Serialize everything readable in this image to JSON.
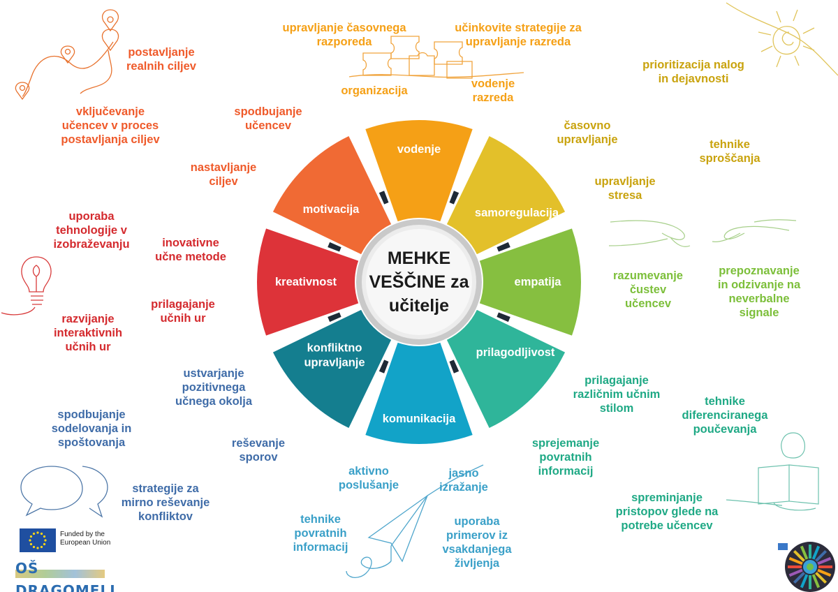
{
  "center": {
    "lines": [
      "MEHKE",
      "VEŠČINE za",
      "učitelje"
    ]
  },
  "segments": [
    {
      "id": "vodenje",
      "label": [
        "vodenje"
      ],
      "color": "#f5a016"
    },
    {
      "id": "samoregulacija",
      "label": [
        "samoregulacija"
      ],
      "color": "#e3c02a"
    },
    {
      "id": "empatija",
      "label": [
        "empatija"
      ],
      "color": "#86bf40"
    },
    {
      "id": "prilagodljivost",
      "label": [
        "prilagodljivost"
      ],
      "color": "#2fb59a"
    },
    {
      "id": "komunikacija",
      "label": [
        "komunikacija"
      ],
      "color": "#12a3c8"
    },
    {
      "id": "konfliktno-upravljanje",
      "label": [
        "konfliktno",
        "upravljanje"
      ],
      "color": "#147e8f"
    },
    {
      "id": "kreativnost",
      "label": [
        "kreativnost"
      ],
      "color": "#dd3339"
    },
    {
      "id": "motivacija",
      "label": [
        "motivacija"
      ],
      "color": "#f06a34"
    }
  ],
  "colors": {
    "orange_red": "#ef5a2a",
    "amber": "#f5a016",
    "gold": "#c9a30e",
    "green": "#7cbf3a",
    "teal": "#1fa985",
    "cyan": "#3aa0c8",
    "steel": "#3f6ca8",
    "red": "#d42a2e"
  },
  "labels": [
    {
      "id": "postavljanje-realnih-ciljev",
      "lines": [
        "postavljanje",
        "realnih ciljev"
      ],
      "color": "orange_red"
    },
    {
      "id": "vkljucevanje-ucencev",
      "lines": [
        "vključevanje",
        "učencev v proces",
        "postavljanja ciljev"
      ],
      "color": "orange_red"
    },
    {
      "id": "spodbujanje-ucencev",
      "lines": [
        "spodbujanje",
        "učencev"
      ],
      "color": "orange_red"
    },
    {
      "id": "nastavljanje-ciljev",
      "lines": [
        "nastavljanje",
        "ciljev"
      ],
      "color": "orange_red"
    },
    {
      "id": "upravljanje-casovnega-razporeda",
      "lines": [
        "upravljanje časovnega",
        "razporeda"
      ],
      "color": "amber"
    },
    {
      "id": "ucinkovite-strategije",
      "lines": [
        "učinkovite strategije za",
        "upravljanje razreda"
      ],
      "color": "amber"
    },
    {
      "id": "organizacija",
      "lines": [
        "organizacija"
      ],
      "color": "amber"
    },
    {
      "id": "vodenje-razreda",
      "lines": [
        "vodenje",
        "razreda"
      ],
      "color": "amber"
    },
    {
      "id": "prioritizacija",
      "lines": [
        "prioritizacija nalog",
        "in dejavnosti"
      ],
      "color": "gold"
    },
    {
      "id": "casovno-upravljanje",
      "lines": [
        "časovno",
        "upravljanje"
      ],
      "color": "gold"
    },
    {
      "id": "tehnike-sproscanja",
      "lines": [
        "tehnike",
        "sproščanja"
      ],
      "color": "gold"
    },
    {
      "id": "upravljanje-stresa",
      "lines": [
        "upravljanje",
        "stresa"
      ],
      "color": "gold"
    },
    {
      "id": "razumevanje-custev",
      "lines": [
        "razumevanje",
        "čustev",
        "učencev"
      ],
      "color": "green"
    },
    {
      "id": "prepoznavanje-signalov",
      "lines": [
        "prepoznavanje",
        "in odzivanje na",
        "neverbalne",
        "signale"
      ],
      "color": "green"
    },
    {
      "id": "prilagajanje-ucnim-stilom",
      "lines": [
        "prilagajanje",
        "različnim učnim",
        "stilom"
      ],
      "color": "teal"
    },
    {
      "id": "tehnike-diferenciranega",
      "lines": [
        "tehnike",
        "diferenciranega",
        "poučevanja"
      ],
      "color": "teal"
    },
    {
      "id": "sprejemanje-povratnih",
      "lines": [
        "sprejemanje",
        "povratnih",
        "informacij"
      ],
      "color": "teal"
    },
    {
      "id": "spreminjanje-pristopov",
      "lines": [
        "spreminjanje",
        "pristopov glede na",
        "potrebe učencev"
      ],
      "color": "teal"
    },
    {
      "id": "aktivno-poslusanje",
      "lines": [
        "aktivno",
        "poslušanje"
      ],
      "color": "cyan"
    },
    {
      "id": "jasno-izrazanje",
      "lines": [
        "jasno",
        "izražanje"
      ],
      "color": "cyan"
    },
    {
      "id": "tehnike-povratnih",
      "lines": [
        "tehnike",
        "povratnih",
        "informacij"
      ],
      "color": "cyan"
    },
    {
      "id": "uporaba-primerov",
      "lines": [
        "uporaba",
        "primerov iz",
        "vsakdanjega",
        "življenja"
      ],
      "color": "cyan"
    },
    {
      "id": "ustvarjanje-okolja",
      "lines": [
        "ustvarjanje",
        "pozitivnega",
        "učnega okolja"
      ],
      "color": "steel"
    },
    {
      "id": "spodbujanje-sodelovanja",
      "lines": [
        "spodbujanje",
        "sodelovanja in",
        "spoštovanja"
      ],
      "color": "steel"
    },
    {
      "id": "resevanje-sporov",
      "lines": [
        "reševanje",
        "sporov"
      ],
      "color": "steel"
    },
    {
      "id": "strategije-mirno",
      "lines": [
        "strategije za",
        "mirno reševanje",
        "konfliktov"
      ],
      "color": "steel"
    },
    {
      "id": "uporaba-tehnologije",
      "lines": [
        "uporaba",
        "tehnologije v",
        "izobraževanju"
      ],
      "color": "red"
    },
    {
      "id": "inovativne-metode",
      "lines": [
        "inovativne",
        "učne metode"
      ],
      "color": "red"
    },
    {
      "id": "prilagajanje-ur",
      "lines": [
        "prilagajanje",
        "učnih ur"
      ],
      "color": "red"
    },
    {
      "id": "razvijanje-ur",
      "lines": [
        "razvijanje",
        "interaktivnih",
        "učnih ur"
      ],
      "color": "red"
    }
  ],
  "logos": {
    "eu_text": [
      "Funded by the",
      "European Union"
    ],
    "school": "OŠ DRAGOMELJ"
  },
  "icons": [
    "map-pin-icon",
    "puzzle-icon",
    "sun-icon",
    "hands-icon",
    "lightbulb-icon",
    "speech-bubbles-icon",
    "paper-plane-icon",
    "reading-person-icon",
    "badge-wheel-icon"
  ]
}
